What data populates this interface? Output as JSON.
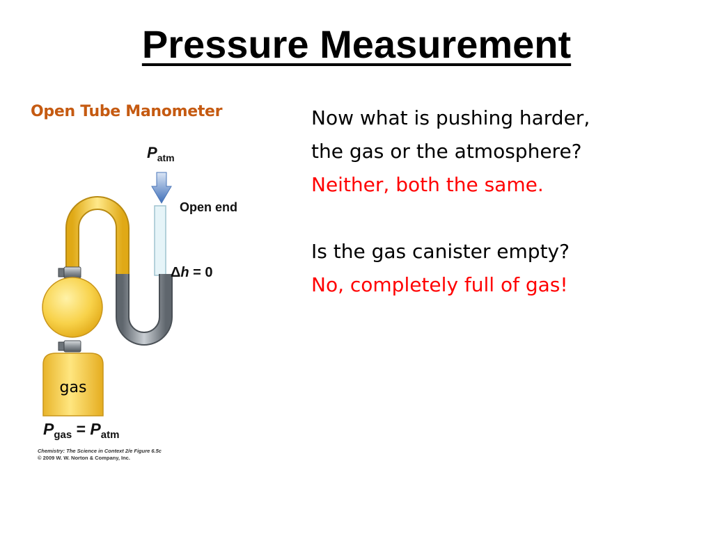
{
  "slide": {
    "title": "Pressure Measurement",
    "subtitle": "Open Tube Manometer"
  },
  "diagram": {
    "patm_symbol": "P",
    "patm_subscript": "atm",
    "open_end_label": "Open end",
    "delta_h_delta": "Δ",
    "delta_h_var": "h",
    "delta_h_rest": " = 0",
    "gas_label": "gas",
    "equation": {
      "p1": "P",
      "sub1": "gas",
      "equals": " = ",
      "p2": "P",
      "sub2": "atm"
    },
    "credit_line1": "Chemistry: The Science in Context  2/e  Figure 6.5c",
    "credit_line2": "© 2009 W. W. Norton & Company, Inc.",
    "colors": {
      "gas_yellow": "#f7cc3a",
      "gas_light": "#ffe77a",
      "arrow_blue": "#5a86c8",
      "mercury_gray": "#8a9096",
      "tube_light": "#dff0f5"
    }
  },
  "text": {
    "q1_line1": "Now what is pushing harder,",
    "q1_line2": "the gas or the atmosphere?",
    "a1": "Neither, both the same.",
    "q2": "Is the gas canister empty?",
    "a2": "No, completely full of gas!"
  },
  "colors": {
    "subtitle": "#c55a11",
    "answer": "#ff0000"
  }
}
